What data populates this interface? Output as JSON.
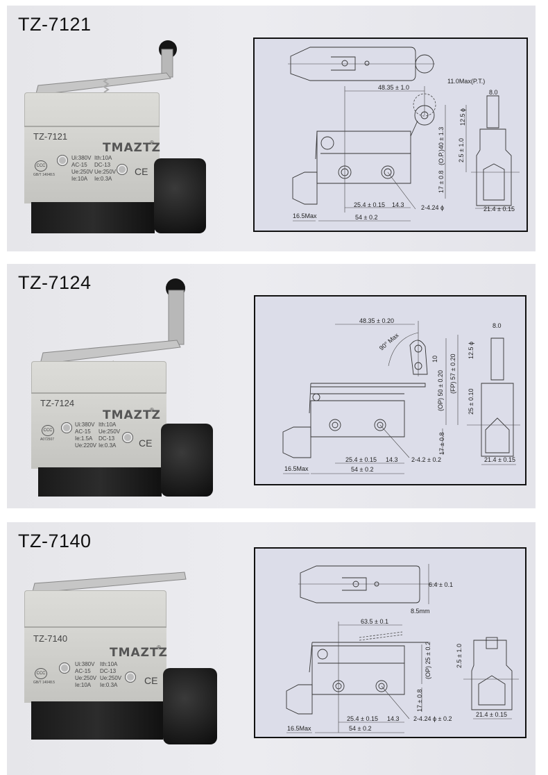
{
  "products": [
    {
      "title": "TZ-7121",
      "label": {
        "model": "TZ-7121",
        "brand": "TMAZTZ",
        "reg": "®",
        "specs_left": [
          "Ui:380V",
          "AC-15",
          "Ue:250V",
          "Ie:10A"
        ],
        "specs_right": [
          "Ith:10A",
          "DC-13",
          "Ue:250V",
          "Ie:0.3A"
        ],
        "cert_text": "GB/T 14048.5",
        "ce": "CE"
      },
      "drawing": {
        "d1": "48.35 ± 1.0",
        "d2": "11.0Max(P.T.)",
        "d3": "8.0",
        "d4": "12.5 ϕ",
        "d5": "2.5 ± 1.0",
        "d6": "(O.P.)40 ± 1.3",
        "d7": "17 ± 0.8",
        "d8": "25.4 ± 0.15",
        "d9": "14.3",
        "d10": "2-4.24 ϕ",
        "d11": "16.5Max",
        "d12": "54 ± 0.2",
        "d13": "21.4 ± 0.15"
      }
    },
    {
      "title": "TZ-7124",
      "label": {
        "model": "TZ-7124",
        "brand": "TMAZTZ",
        "reg": "®",
        "specs_left": [
          "Ui:380V",
          "AC-15",
          "Ie:1.5A",
          "Ue:220V"
        ],
        "specs_right": [
          "Ith:10A",
          "Ue:250V",
          "DC-13",
          "Ie:0.3A"
        ],
        "cert_text": "A072507",
        "ce": "CE"
      },
      "drawing": {
        "d1": "48.35 ± 0.20",
        "d2": "90° Max",
        "d3": "8.0",
        "d4": "12.5 ϕ",
        "d5": "10",
        "d6": "(OP) 50 ± 0.20",
        "d7": "(FP) 57 ± 0.20",
        "d8": "25 ± 0.10",
        "d9": "17 ± 0.8",
        "d10": "25.4 ± 0.15",
        "d11": "14.3",
        "d12": "2-4.2 ± 0.2",
        "d13": "16.5Max",
        "d14": "54 ± 0.2",
        "d15": "21.4 ± 0.15"
      }
    },
    {
      "title": "TZ-7140",
      "label": {
        "model": "TZ-7140",
        "brand": "TMAZTZ",
        "reg": "®",
        "specs_left": [
          "Ui:380V",
          "AC-15",
          "Ue:250V",
          "Ie:10A"
        ],
        "specs_right": [
          "Ith:10A",
          "DC-13",
          "Ue:250V",
          "Ie:0.3A"
        ],
        "cert_text": "GB/T 14048.5",
        "ce": "CE"
      },
      "drawing": {
        "d1": "6.4 ± 0.1",
        "d2": "8.5mm",
        "d3": "63.5 ± 0.1",
        "d4": "(OP) 25 ± 0.2",
        "d5": "17 ± 0.8",
        "d6": "2.5 ± 1.0",
        "d7": "25.4 ± 0.15",
        "d8": "14.3",
        "d9": "2-4.24 ϕ ± 0.2",
        "d10": "16.5Max",
        "d11": "54 ± 0.2",
        "d12": "21.4 ± 0.15"
      }
    }
  ],
  "colors": {
    "panel_bg": "#e8e8ec",
    "drawing_bg": "#dcdde9",
    "switch_body": "#d0d0cc",
    "switch_base": "#1a1a1a"
  }
}
